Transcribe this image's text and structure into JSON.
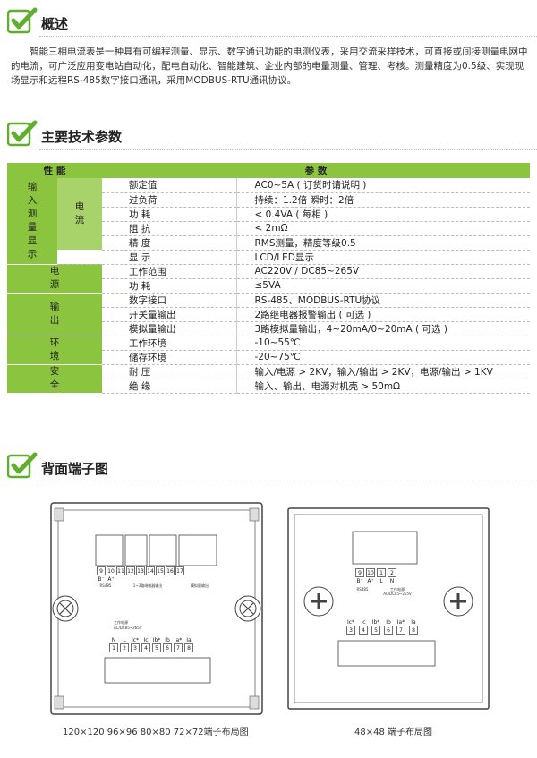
{
  "sections": {
    "overview": {
      "title": "概述",
      "text": "智能三相电流表是一种具有可编程测量、显示、数字通讯功能的电测仪表，采用交流采样技术，可直接或间接测量电网中的电流，可广泛应用变电站自动化，配电自动化、智能建筑、企业内部的电量测量、管理、考核。测量精度为0.5级、实现现场显示和远程RS-485数字接口通讯，采用MODBUS-RTU通讯协议。"
    },
    "specs": {
      "title": "主要技术参数",
      "header": {
        "col1": "性 能",
        "col2": "参 数"
      },
      "groups": {
        "input": "输入测量显示",
        "current": "电流",
        "power": "电源",
        "output": "输出",
        "env": "环境",
        "safety": "安全"
      },
      "rows": [
        {
          "name": "额定值",
          "value": "AC0~5A ( 订货时请说明 )"
        },
        {
          "name": "过负荷",
          "value": "持续：1.2倍  瞬时：2倍"
        },
        {
          "name": "功  耗",
          "value": "< 0.4VA ( 每相 )"
        },
        {
          "name": "阻  抗",
          "value": "< 2mΩ"
        },
        {
          "name": "精  度",
          "value": "RMS测量，精度等级0.5"
        },
        {
          "name": "显  示",
          "value": "LCD/LED显示"
        },
        {
          "name": "工作范围",
          "value": "AC220V / DC85~265V"
        },
        {
          "name": "功  耗",
          "value": "≤5VA"
        },
        {
          "name": "数字接口",
          "value": "RS-485、MODBUS-RTU协议"
        },
        {
          "name": "开关量输出",
          "value": "2路继电器报警输出 ( 可选 )"
        },
        {
          "name": "模拟量输出",
          "value": "3路模拟量输出，4~20mA/0~20mA ( 可选 )"
        },
        {
          "name": "工作环境",
          "value": "-10~55℃"
        },
        {
          "name": "储存环境",
          "value": "-20~75℃"
        },
        {
          "name": "耐  压",
          "value": "输入/电源 > 2KV，输入/输出 > 2KV，电源/输出 > 1KV"
        },
        {
          "name": "绝  缘",
          "value": "输入、输出、电源对机壳 > 50mΩ"
        }
      ]
    },
    "terminals": {
      "title": "背面端子图",
      "caption_large": "120×120  96×96  80×80  72×72端子布局图",
      "caption_small": "48×48 端子布局图",
      "large": {
        "top_numbers": [
          "9",
          "10",
          "11",
          "12",
          "13",
          "14",
          "15",
          "16",
          "17"
        ],
        "top_signals": [
          "B⁻",
          "A⁺",
          "",
          "",
          "",
          "",
          "",
          "",
          ""
        ],
        "rs485": "RS485",
        "relay_label": "1~3路继电器输出",
        "analog_label": "模拟量输出",
        "power_label": "工作电源",
        "power_range": "AC/DC85~265V",
        "bottom_numbers": [
          "1",
          "2",
          "3",
          "4",
          "5",
          "6",
          "7",
          "8"
        ],
        "bottom_signals": [
          "N",
          "L",
          "Ic*",
          "Ic",
          "Ib*",
          "Ib",
          "Ia*",
          "Ia"
        ]
      },
      "small": {
        "top_numbers": [
          "9",
          "10",
          "1",
          "2"
        ],
        "top_signals": [
          "B⁻",
          "A⁺",
          "L",
          "N"
        ],
        "rs485": "RS485",
        "power_label": "工作电源",
        "power_range": "AC/DC85~265V",
        "bottom_numbers": [
          "3",
          "4",
          "5",
          "6",
          "7",
          "8"
        ],
        "bottom_signals": [
          "Ic*",
          "Ic",
          "Ib*",
          "Ib",
          "Ia*",
          "Ia"
        ]
      }
    }
  },
  "colors": {
    "accent": "#8bc53f",
    "accent_light": "#a8d36a",
    "check": "#5fae2e"
  }
}
